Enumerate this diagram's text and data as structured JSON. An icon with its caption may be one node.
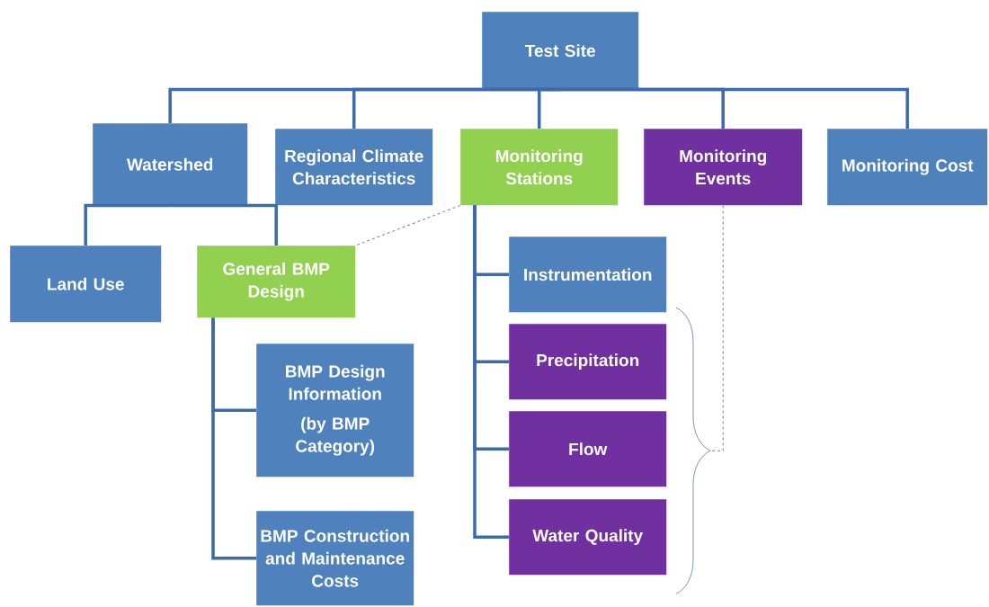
{
  "diagram": {
    "nodes": [
      {
        "text": [
          "Test Site"
        ]
      },
      {
        "text": [
          "Watershed"
        ]
      },
      {
        "text": [
          "Regional Climate Characteristics"
        ]
      },
      {
        "text": [
          "Monitoring Stations"
        ]
      },
      {
        "text": [
          "Monitoring Events"
        ]
      },
      {
        "text": [
          "Monitoring Cost"
        ]
      },
      {
        "text": [
          "Land Use"
        ]
      },
      {
        "text": [
          "General BMP Design"
        ]
      },
      {
        "text": [
          "BMP Design Information",
          "(by BMP Category)"
        ]
      },
      {
        "text": [
          "BMP Construction and Maintenance Costs"
        ]
      },
      {
        "text": [
          "Instrumentation"
        ]
      },
      {
        "text": [
          "Precipitation"
        ]
      },
      {
        "text": [
          "Flow"
        ]
      },
      {
        "text": [
          "Water Quality"
        ]
      },
      {
        "text": [],
        "shape": "brace"
      }
    ],
    "edges": [
      {
        "from": 0,
        "to": 1,
        "arrow": "none"
      },
      {
        "from": 0,
        "to": 2,
        "arrow": "none"
      },
      {
        "from": 0,
        "to": 3,
        "arrow": "none"
      },
      {
        "from": 0,
        "to": 4,
        "arrow": "none"
      },
      {
        "from": 0,
        "to": 5,
        "arrow": "none"
      },
      {
        "from": 1,
        "to": 6,
        "arrow": "none"
      },
      {
        "from": 1,
        "to": 7,
        "arrow": "none"
      },
      {
        "from": 7,
        "to": 8,
        "arrow": "none"
      },
      {
        "from": 7,
        "to": 9,
        "arrow": "none"
      },
      {
        "from": 3,
        "to": 10,
        "arrow": "none"
      },
      {
        "from": 3,
        "to": 11,
        "arrow": "none"
      },
      {
        "from": 3,
        "to": 12,
        "arrow": "none"
      },
      {
        "from": 3,
        "to": 13,
        "arrow": "none"
      },
      {
        "from": 3,
        "to": 7,
        "arrow": "none",
        "style": "dashed",
        "color": "#808080"
      },
      {
        "from": 4,
        "to": 14,
        "arrow": "none",
        "style": "dashed",
        "color": "#808080"
      }
    ]
  }
}
